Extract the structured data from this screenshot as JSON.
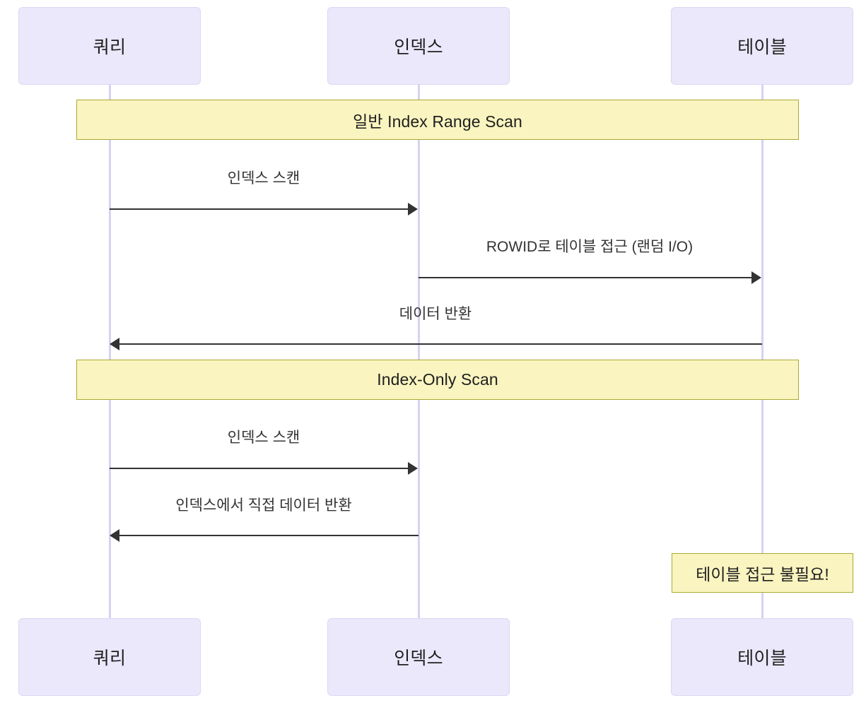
{
  "diagram": {
    "type": "sequence-diagram",
    "title": "Index Range Scan vs Index-Only Scan",
    "colors": {
      "participant_fill": "#ebe8fb",
      "participant_border": "#ddd7f3",
      "lifeline": "#d6d2f2",
      "note_fill": "#faf4c0",
      "note_border": "#aaaa33",
      "message_line": "#333333",
      "text": "#1f1f1f",
      "background": "#ffffff"
    }
  },
  "participants": [
    {
      "id": "query",
      "label": "쿼리"
    },
    {
      "id": "index",
      "label": "인덱스"
    },
    {
      "id": "table",
      "label": "테이블"
    }
  ],
  "participants_bottom": [
    {
      "id": "query",
      "label": "쿼리"
    },
    {
      "id": "index",
      "label": "인덱스"
    },
    {
      "id": "table",
      "label": "테이블"
    }
  ],
  "bands": [
    {
      "id": "band-range-scan",
      "label": "일반 Index Range Scan"
    },
    {
      "id": "band-index-only-scan",
      "label": "Index-Only Scan"
    }
  ],
  "messages": [
    {
      "id": "msg-1",
      "label": "인덱스 스캔",
      "from": "query",
      "to": "index",
      "direction": "right"
    },
    {
      "id": "msg-2",
      "label": "ROWID로 테이블 접근 (랜덤 I/O)",
      "from": "index",
      "to": "table",
      "direction": "right"
    },
    {
      "id": "msg-3",
      "label": "데이터 반환",
      "from": "table",
      "to": "query",
      "direction": "left"
    },
    {
      "id": "msg-4",
      "label": "인덱스 스캔",
      "from": "query",
      "to": "index",
      "direction": "right"
    },
    {
      "id": "msg-5",
      "label": "인덱스에서 직접 데이터 반환",
      "from": "index",
      "to": "query",
      "direction": "left"
    }
  ],
  "notes": [
    {
      "id": "note-no-table-access",
      "label": "테이블 접근 불필요!",
      "over": "table"
    }
  ]
}
